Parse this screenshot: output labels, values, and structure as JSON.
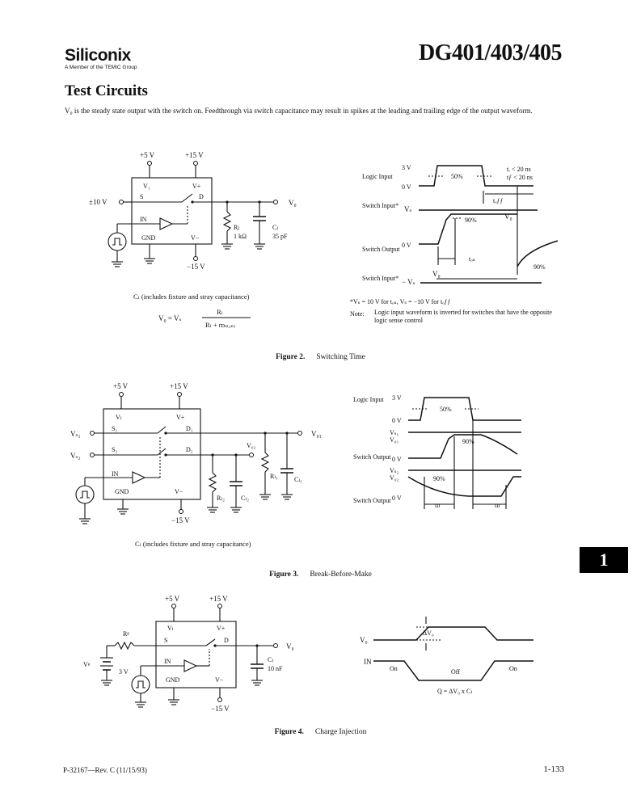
{
  "header": {
    "logo": "Siliconix",
    "logo_sub": "A Member of the TEMIC Group",
    "part_number": "DG401/403/405"
  },
  "section_title": "Test Circuits",
  "intro": "V₀ is the steady state output with the switch on. Feedthrough via switch capacitance may result in spikes at the leading and trailing edge of the output waveform.",
  "fig2": {
    "pin_vl": "V₁",
    "pin_vplus": "V+",
    "pin_s": "S",
    "pin_d": "D",
    "pin_in": "IN",
    "pin_gnd": "GND",
    "pin_vminus": "V−",
    "supply_5v": "+5 V",
    "supply_15v": "+15 V",
    "supply_m15v": "−15 V",
    "source_10v": "±10 V",
    "out_vo": "V₀",
    "rl_label": "Rₗ",
    "rl_value": "1 kΩ",
    "cl_label": "Cₗ",
    "cl_value": "35 pF",
    "cl_note": "Cₗ (includes fixture and stray capacitance)",
    "formula_lhs": "V₀ = Vₛ",
    "formula_num": "Rₗ",
    "formula_den": "Rₗ + rᴅₛ₍ₒₙ₎",
    "wave": {
      "logic_input": "Logic Input",
      "switch_input": "Switch Input*",
      "switch_output": "Switch Output",
      "switch_input2": "Switch Input*",
      "v3": "3 V",
      "v0a": "0 V",
      "v0b": "0 V",
      "vs": "Vₛ",
      "mvs": "− Vₛ",
      "pct50": "50%",
      "pct90a": "90%",
      "pct90b": "90%",
      "vo_a": "V₀",
      "vo_b": "V₀",
      "tr": "tᵣ < 20 ns",
      "tf": "tƒ < 20 ns",
      "toff": "tₒƒƒ",
      "ton": "tₒₙ",
      "note1": "*Vₛ = 10 V for tₒₙ, Vₛ = −10 V for tₒƒƒ",
      "note2_label": "Note:",
      "note2": "Logic input waveform is inverted for switches that have the opposite logic sense control"
    },
    "caption_num": "Figure 2.",
    "caption_text": "Switching Time"
  },
  "fig3": {
    "supply_5v": "+5 V",
    "supply_15v": "+15 V",
    "supply_m15v": "−15 V",
    "pin_vl": "Vₗ",
    "pin_vplus": "V+",
    "pin_s1": "S₁",
    "pin_d1": "D₁",
    "pin_s2": "S₂",
    "pin_d2": "D₂",
    "pin_in": "IN",
    "pin_gnd": "GND",
    "pin_vminus": "V−",
    "vs1": "Vₛ₁",
    "vs2": "Vₛ₂",
    "vo1": "V₀₁",
    "vo2": "V₀₂",
    "rl1": "Rₗ₁",
    "rl2": "Rₗ₂",
    "cl1": "Cₗ₁",
    "cl2": "Cₗ₂",
    "cl_note": "Cₗ (includes fixture and stray capacitance)",
    "wave": {
      "logic_input": "Logic Input",
      "switch_output1": "Switch Output",
      "switch_output2": "Switch Output",
      "v3": "3 V",
      "v0a": "0 V",
      "v0b": "0 V",
      "v0c": "0 V",
      "vs1": "Vₛ₁",
      "vo1": "V₀₁",
      "vs2": "Vₛ₂",
      "vo2": "V₀₂",
      "pct50": "50%",
      "pct90a": "90%",
      "pct90b": "90%",
      "td1": "tᴅ",
      "td2": "tᴅ"
    },
    "caption_num": "Figure 3.",
    "caption_text": "Break-Before-Make"
  },
  "fig4": {
    "supply_5v": "+5 V",
    "supply_15v": "+15 V",
    "supply_m15v": "−15 V",
    "pin_vl": "Vₗ",
    "pin_vplus": "V+",
    "pin_s": "S",
    "pin_d": "D",
    "pin_in": "IN",
    "pin_gnd": "GND",
    "pin_vminus": "V−",
    "rg": "Rᵍ",
    "vg": "Vᵍ",
    "v3": "3 V",
    "out_vo": "V₀",
    "cl_label": "Cₗ",
    "cl_value": "10 nF",
    "wave": {
      "vo": "V₀",
      "in": "IN",
      "dvo": "ΔV₀",
      "on1": "On",
      "off": "Off",
      "on2": "On",
      "q": "Q = ΔV₀ x Cₗ"
    },
    "caption_num": "Figure 4.",
    "caption_text": "Charge Injection"
  },
  "tab_number": "1",
  "footer": {
    "doc_id": "P-32167—Rev. C (11/15/93)",
    "page": "1-133"
  }
}
